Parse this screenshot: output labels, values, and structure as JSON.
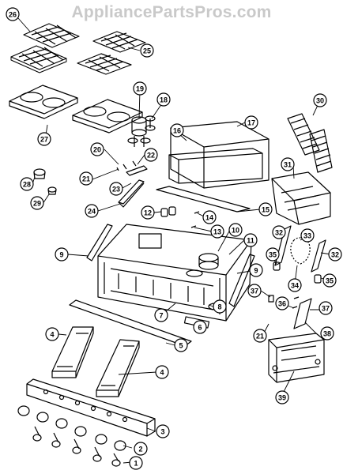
{
  "watermark": "AppliancePartsPros.com",
  "callouts": [
    {
      "id": "c1",
      "label": "1"
    },
    {
      "id": "c2",
      "label": "2"
    },
    {
      "id": "c3",
      "label": "3"
    },
    {
      "id": "c4a",
      "label": "4"
    },
    {
      "id": "c4b",
      "label": "4"
    },
    {
      "id": "c5",
      "label": "5"
    },
    {
      "id": "c6",
      "label": "6"
    },
    {
      "id": "c7",
      "label": "7"
    },
    {
      "id": "c8",
      "label": "8"
    },
    {
      "id": "c9a",
      "label": "9"
    },
    {
      "id": "c9b",
      "label": "9"
    },
    {
      "id": "c10",
      "label": "10"
    },
    {
      "id": "c11",
      "label": "11"
    },
    {
      "id": "c12",
      "label": "12"
    },
    {
      "id": "c13",
      "label": "13"
    },
    {
      "id": "c14",
      "label": "14"
    },
    {
      "id": "c15",
      "label": "15"
    },
    {
      "id": "c16",
      "label": "16"
    },
    {
      "id": "c17",
      "label": "17"
    },
    {
      "id": "c18",
      "label": "18"
    },
    {
      "id": "c19",
      "label": "19"
    },
    {
      "id": "c20",
      "label": "20"
    },
    {
      "id": "c21a",
      "label": "21"
    },
    {
      "id": "c21b",
      "label": "21"
    },
    {
      "id": "c22",
      "label": "22"
    },
    {
      "id": "c23",
      "label": "23"
    },
    {
      "id": "c24",
      "label": "24"
    },
    {
      "id": "c25",
      "label": "25"
    },
    {
      "id": "c26",
      "label": "26"
    },
    {
      "id": "c27",
      "label": "27"
    },
    {
      "id": "c28",
      "label": "28"
    },
    {
      "id": "c29",
      "label": "29"
    },
    {
      "id": "c30",
      "label": "30"
    },
    {
      "id": "c31",
      "label": "31"
    },
    {
      "id": "c32a",
      "label": "32"
    },
    {
      "id": "c32b",
      "label": "32"
    },
    {
      "id": "c33",
      "label": "33"
    },
    {
      "id": "c34",
      "label": "34"
    },
    {
      "id": "c35a",
      "label": "35"
    },
    {
      "id": "c35b",
      "label": "35"
    },
    {
      "id": "c36",
      "label": "36"
    },
    {
      "id": "c37a",
      "label": "37"
    },
    {
      "id": "c37b",
      "label": "37"
    },
    {
      "id": "c38",
      "label": "38"
    },
    {
      "id": "c39",
      "label": "39"
    }
  ]
}
